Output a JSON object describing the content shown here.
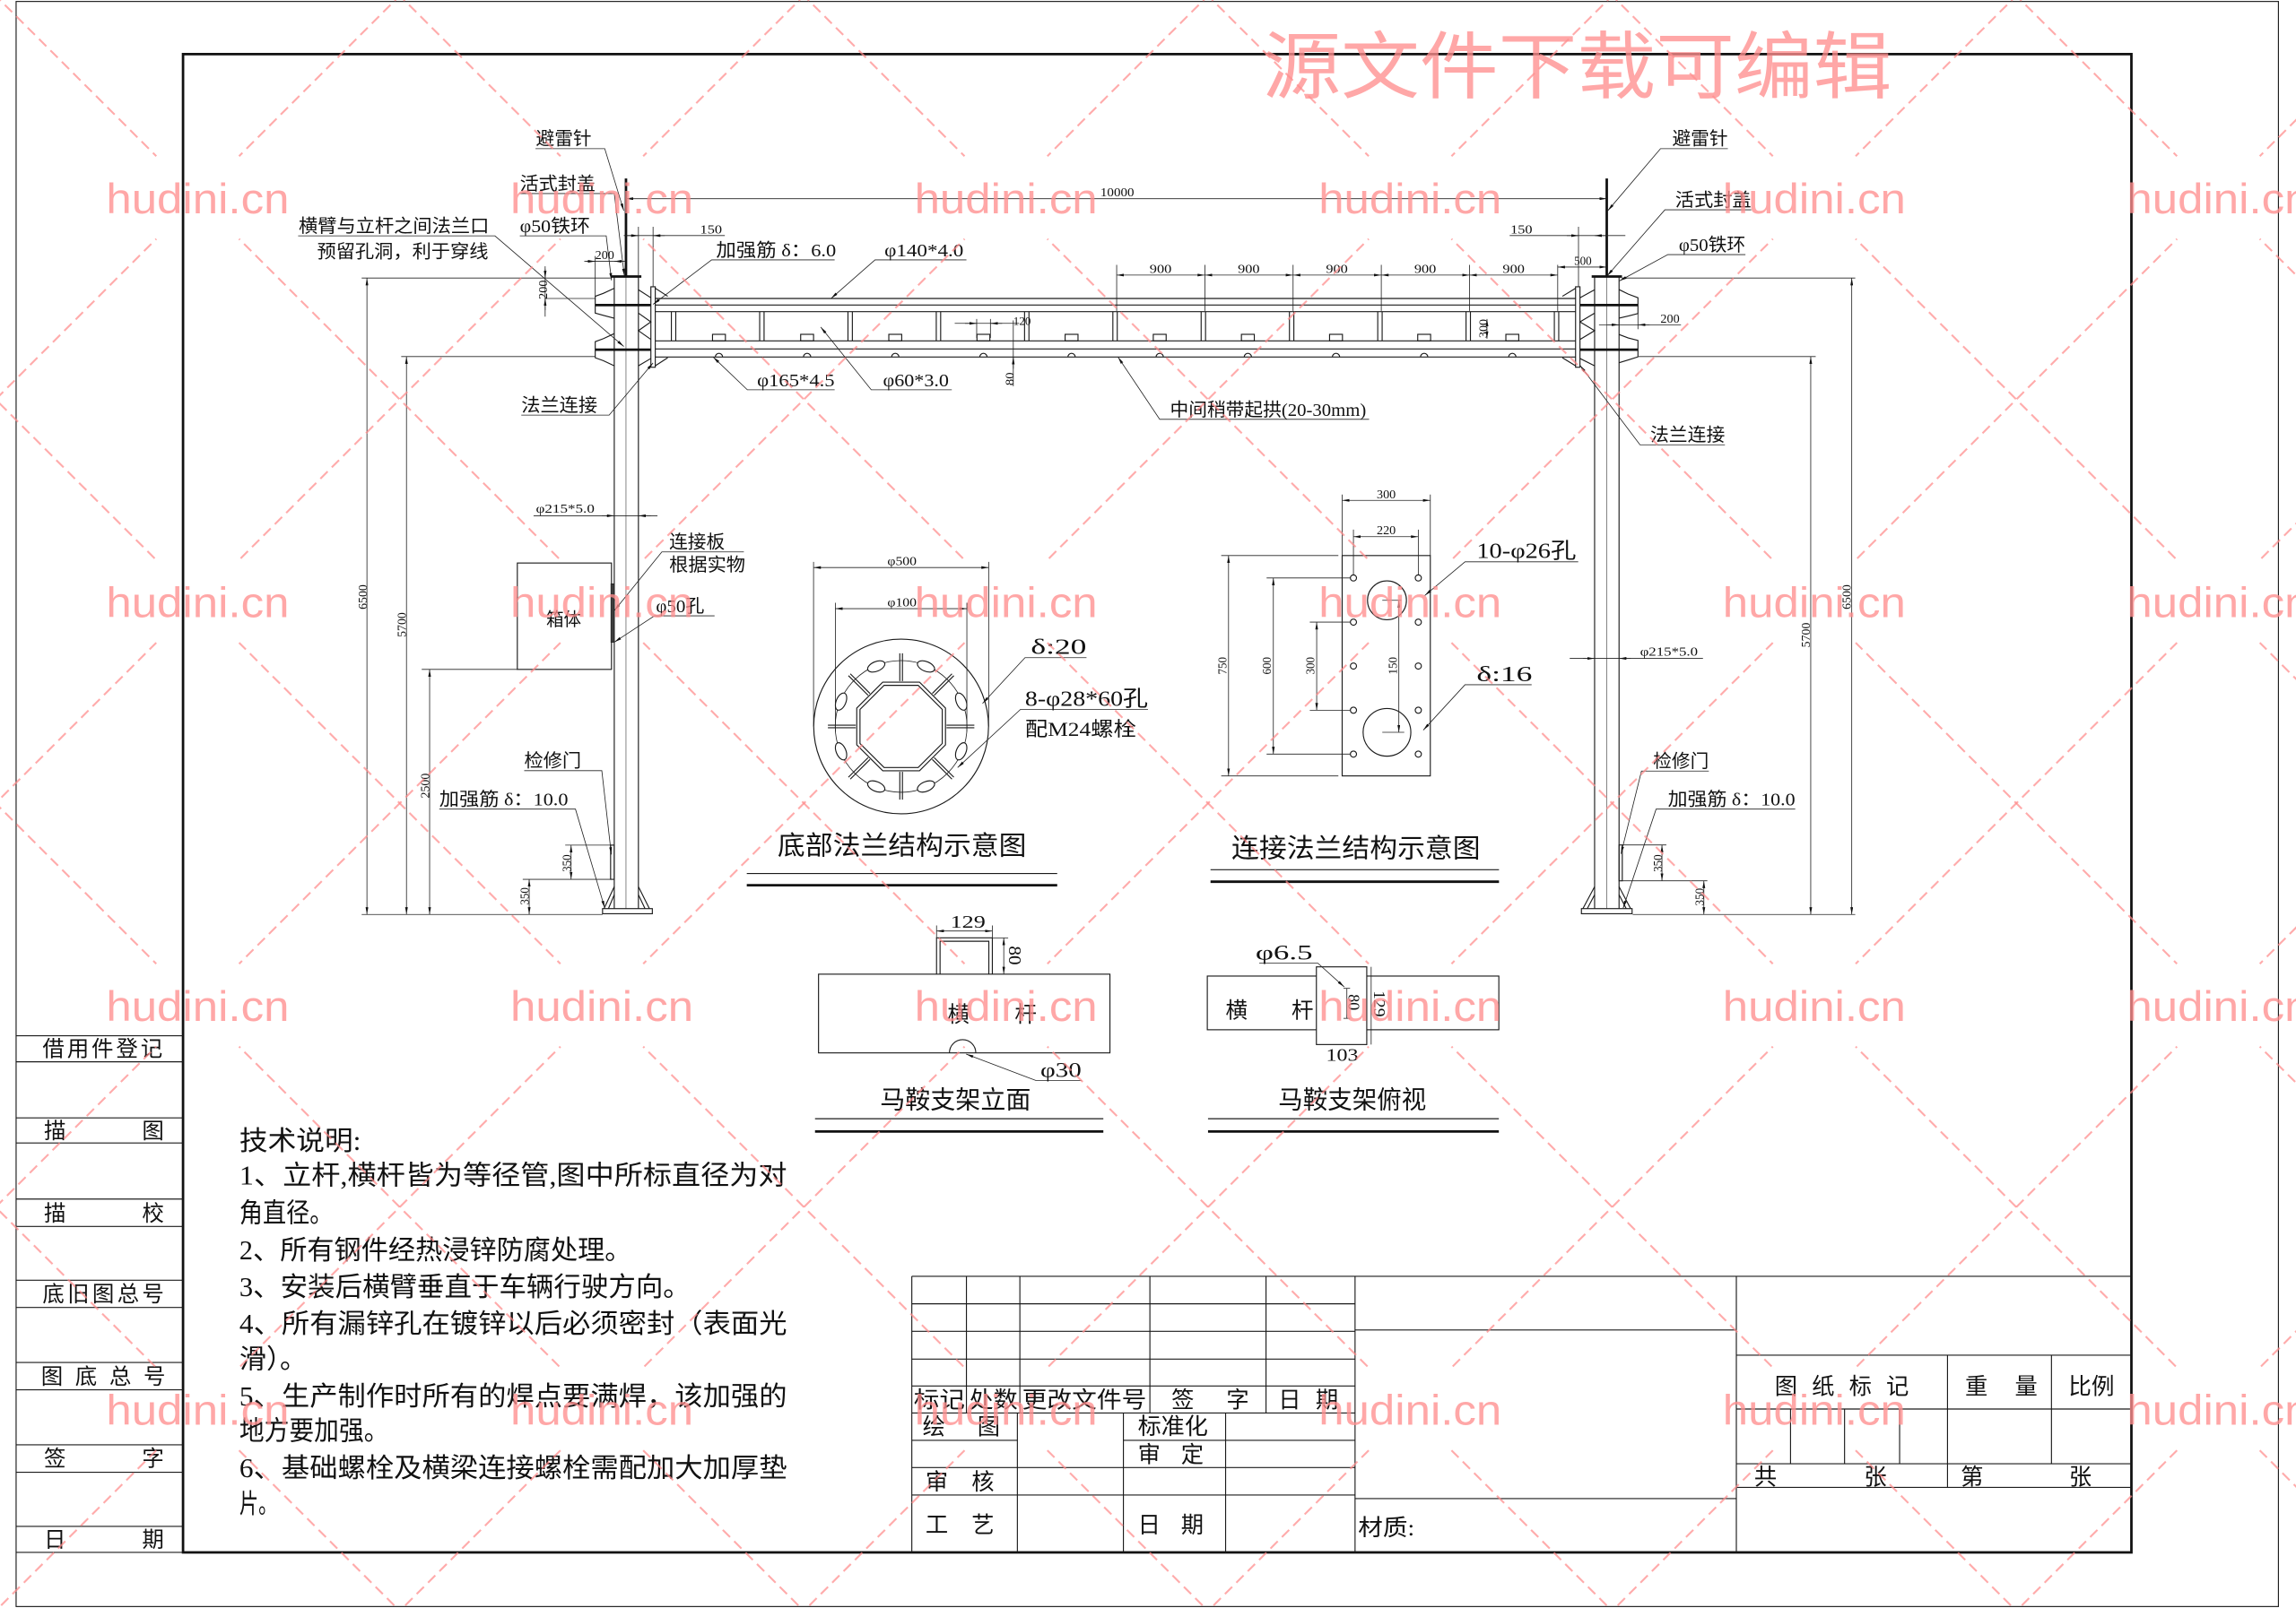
{
  "drawing": {
    "watermark_title": "源文件下载可编辑",
    "accent_color": "#ff8e8e",
    "line_color": "#1b1b1b"
  },
  "watermark_text": "hudini.cn",
  "gantry": {
    "left_labels": {
      "lightning_rod": "避雷针",
      "cap": "活式封盖",
      "iron_ring": "φ50铁环",
      "flange_note": [
        "横臂与立杆之间法兰口",
        "预留孔洞，利于穿线"
      ],
      "stiffener_top": "加强筋 δ：6.0",
      "top_chord": "φ140*4.0",
      "bottom_chord": "φ165*4.5",
      "web_member": "φ60*3.0",
      "flange_connection": "法兰连接",
      "pole_spec": "φ215*5.0",
      "connection_plate": [
        "连接板",
        "根据实物"
      ],
      "cable_hole": "φ50孔",
      "cabinet": "箱体",
      "inspection_door": "检修门",
      "stiffener_base": "加强筋 δ：10.0"
    },
    "right_labels": {
      "lightning_rod": "避雷针",
      "cap": "活式封盖",
      "iron_ring": "φ50铁环",
      "flange_connection": "法兰连接",
      "pole_spec": "φ215*5.0",
      "inspection_door": "检修门",
      "stiffener_base": "加强筋 δ：10.0"
    },
    "camber_note": "中间稍带起拱(20-30mm)",
    "dimensions": {
      "span": "10000",
      "left_flange_offset": "150",
      "left_ring_offset": "200",
      "left_ring_height": "200",
      "right_flange_offset": "150",
      "right_end_panel": "500",
      "right_ring_offset": "200",
      "panels": [
        "900",
        "900",
        "900",
        "900",
        "900"
      ],
      "bracket_spacing": "120",
      "bracket_drop": "80",
      "truss_depth": "300",
      "left_total_height": "6500",
      "left_clear_height": "5700",
      "cabinet_height": "2500",
      "left_door_height": "350",
      "left_door_base": "350",
      "right_total_height": "6500",
      "right_clear_height": "5700",
      "right_door_height": "350",
      "right_door_base": "350"
    }
  },
  "base_flange": {
    "title": "底部法兰结构示意图",
    "outer_diameter": "φ500",
    "inner_diameter": "φ100",
    "thickness": "δ:20",
    "holes": "8-φ28*60孔",
    "bolts": "配M24螺栓"
  },
  "connection_flange": {
    "title": "连接法兰结构示意图",
    "plate_width": "300",
    "hole_spacing": "220",
    "plate_height": "750",
    "hole_span": "600",
    "hole_pitch": "300",
    "cable_hole_spacing": "150",
    "holes": "10-φ26孔",
    "thickness": "δ:16"
  },
  "saddle_elevation": {
    "title": "马鞍支架立面",
    "width": "129",
    "height": "80",
    "member": "横杆",
    "notch": "φ30"
  },
  "saddle_plan": {
    "title": "马鞍支架俯视",
    "hole": "φ6.5",
    "inner": "80",
    "outer": "129",
    "length": "103",
    "member": "横杆"
  },
  "technical_notes": {
    "heading": "技术说明:",
    "lines": [
      "1、立杆,横杆皆为等径管,图中所标直径为对",
      "角直径。",
      "2、所有钢件经热浸锌防腐处理。",
      "3、安装后横臂垂直于车辆行驶方向。",
      "4、所有漏锌孔在镀锌以后必须密封（表面光",
      "滑）。",
      "5、生产制作时所有的焊点要满焊，该加强的",
      "地方要加强。",
      "6、基础螺栓及横梁连接螺栓需配加大加厚垫",
      "片。"
    ]
  },
  "side_panel": [
    "借用件登记",
    "描图",
    "描校",
    "底旧图总号",
    "图底总号",
    "签字",
    "日期"
  ],
  "title_block": {
    "revision_headers": [
      "标记",
      "处数",
      "更改文件号",
      "签字",
      "日期"
    ],
    "draw": "绘图",
    "standardize": "标准化",
    "approve": "审定",
    "check": "审核",
    "process": "工艺",
    "date": "日期",
    "material_label": "材质:",
    "drawing_mark": "图纸标记",
    "weight": "重量",
    "scale": "比例",
    "total_prefix": "共",
    "total_suffix": "张",
    "sheet_prefix": "第",
    "sheet_suffix": "张"
  }
}
